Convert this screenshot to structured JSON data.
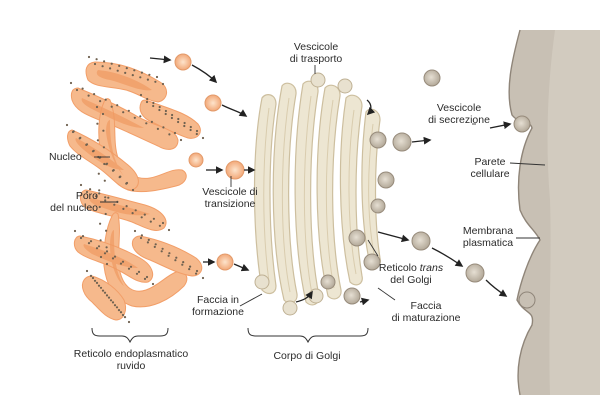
{
  "labels": {
    "nucleo": "Nucleo",
    "poro_line1": "Poro",
    "poro_line2": "del nucleo",
    "vesc_transizione_line1": "Vescicole di",
    "vesc_transizione_line2": "transizione",
    "vesc_trasporto_line1": "Vescicole",
    "vesc_trasporto_line2": "di trasporto",
    "vesc_secrezione_line1": "Vescicole",
    "vesc_secrezione_line2": "di secrezione",
    "parete_line1": "Parete",
    "parete_line2": "cellulare",
    "membrana_line1": "Membrana",
    "membrana_line2": "plasmatica",
    "reticolo_trans_word1": "Reticolo",
    "reticolo_trans_word2": "trans",
    "reticolo_trans_line2": "del Golgi",
    "faccia_formazione_line1": "Faccia in",
    "faccia_formazione_line2": "formazione",
    "faccia_maturazione_line1": "Faccia",
    "faccia_maturazione_line2": "di maturazione",
    "rer_line1": "Reticolo endoplasmatico",
    "rer_line2": "ruvido",
    "corpo_golgi": "Corpo di Golgi"
  },
  "colors": {
    "rer_fill": "#f6b98c",
    "rer_core": "#f09a62",
    "ribosome": "#7a6a55",
    "golgi_fill": "#ede6d2",
    "golgi_stroke": "#cdbf9f",
    "vesicle_fill": "#c9c0b2",
    "vesicle_stroke": "#9a8f80",
    "wall": "#bcb4aa",
    "label_text": "#2a2a2a",
    "line": "#333333"
  }
}
